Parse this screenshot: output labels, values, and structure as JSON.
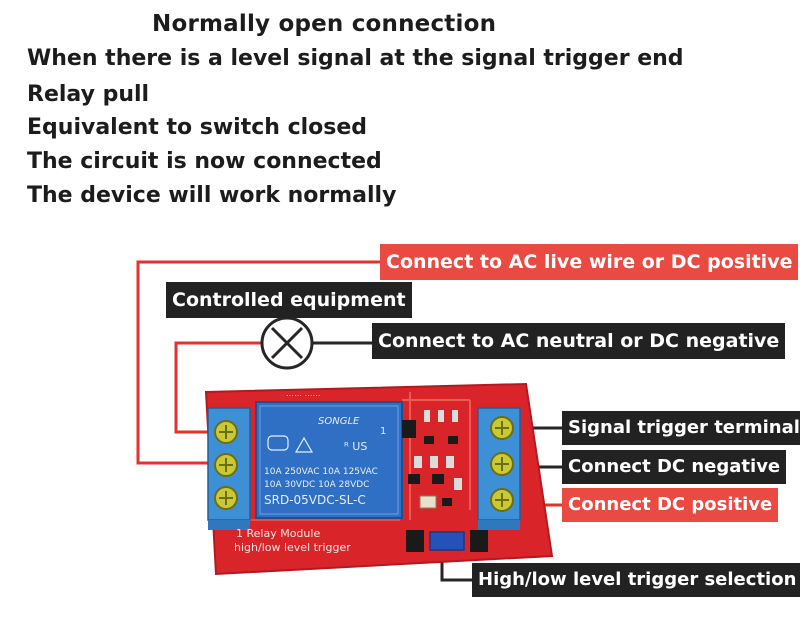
{
  "intro": {
    "title": "Normally open connection",
    "lines": [
      "When there is a level signal at the signal trigger end",
      "Relay pull",
      "Equivalent to switch closed",
      "The circuit is now connected",
      "The device will work normally"
    ]
  },
  "labels": {
    "ac_live": "Connect to AC live wire or DC positive",
    "equipment": "Controlled equipment",
    "ac_neutral": "Connect to AC neutral or DC negative",
    "signal_trigger": "Signal trigger terminal",
    "dc_negative": "Connect DC negative",
    "dc_positive": "Connect DC positive",
    "trigger_select": "High/low level trigger selection"
  },
  "relay": {
    "brand": "SONGLE",
    "rating_1": "10A 250VAC  10A 125VAC",
    "rating_2": "10A  30VDC  10A  28VDC",
    "model": "SRD-05VDC-SL-C",
    "pin_number": "1"
  },
  "board": {
    "module_text": "1 Relay  Module",
    "trigger_text": "high/low level trigger"
  },
  "colors": {
    "wire_red": "#e4312b",
    "wire_dark": "#262626",
    "tag_red": "#e94a42",
    "tag_dark": "#222222",
    "pcb": "#d9252a",
    "relay_blue": "#2f6fc4",
    "terminal_blue": "#3d8fd6"
  }
}
